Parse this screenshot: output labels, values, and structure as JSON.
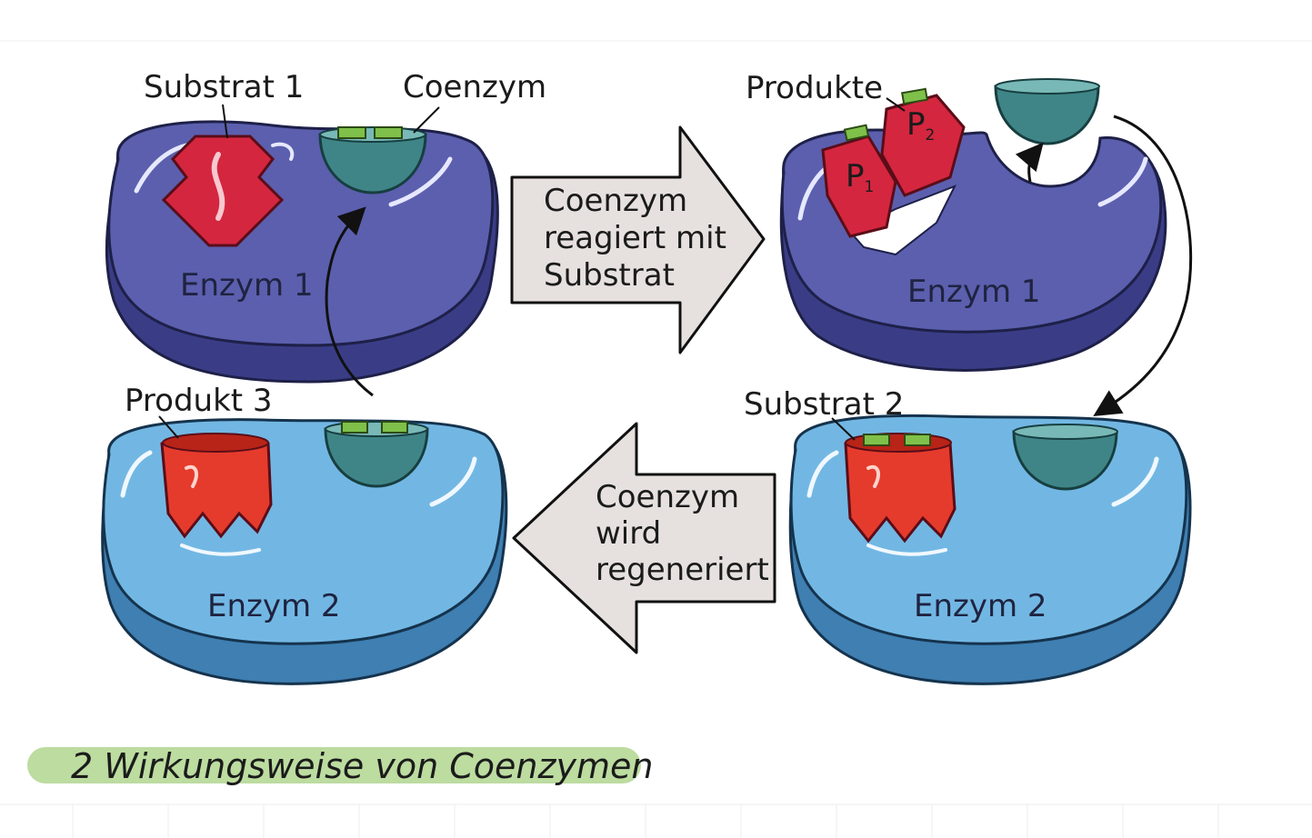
{
  "labels": {
    "substrat1": "Substrat 1",
    "coenzym": "Coenzym",
    "produkte": "Produkte",
    "produkt3": "Produkt 3",
    "substrat2": "Substrat 2",
    "p1": "P",
    "p1_sub": "1",
    "p2": "P",
    "p2_sub": "2"
  },
  "enzymes": {
    "top_left": "Enzym 1",
    "top_right": "Enzym 1",
    "bottom_left": "Enzym 2",
    "bottom_right": "Enzym 2"
  },
  "arrows": {
    "right": [
      "Coenzym",
      "reagiert mit",
      "Substrat"
    ],
    "left": [
      "Coenzym",
      "wird",
      "regeneriert"
    ]
  },
  "caption": "2 Wirkungsweise von Coenzymen",
  "colors": {
    "enzyme1": "#5b5fae",
    "enzyme1_dark": "#3a3d86",
    "enzyme2": "#72b7e3",
    "enzyme2_dark": "#3f7fb2",
    "coenzyme": "#3f8587",
    "coenzyme_light": "#78b9b7",
    "coenzyme_tab": "#7fc04a",
    "substrate": "#d4263f",
    "product3": "#e53b2c",
    "arrow_fill": "#e6e1df",
    "caption_band": "#bcdca0"
  }
}
